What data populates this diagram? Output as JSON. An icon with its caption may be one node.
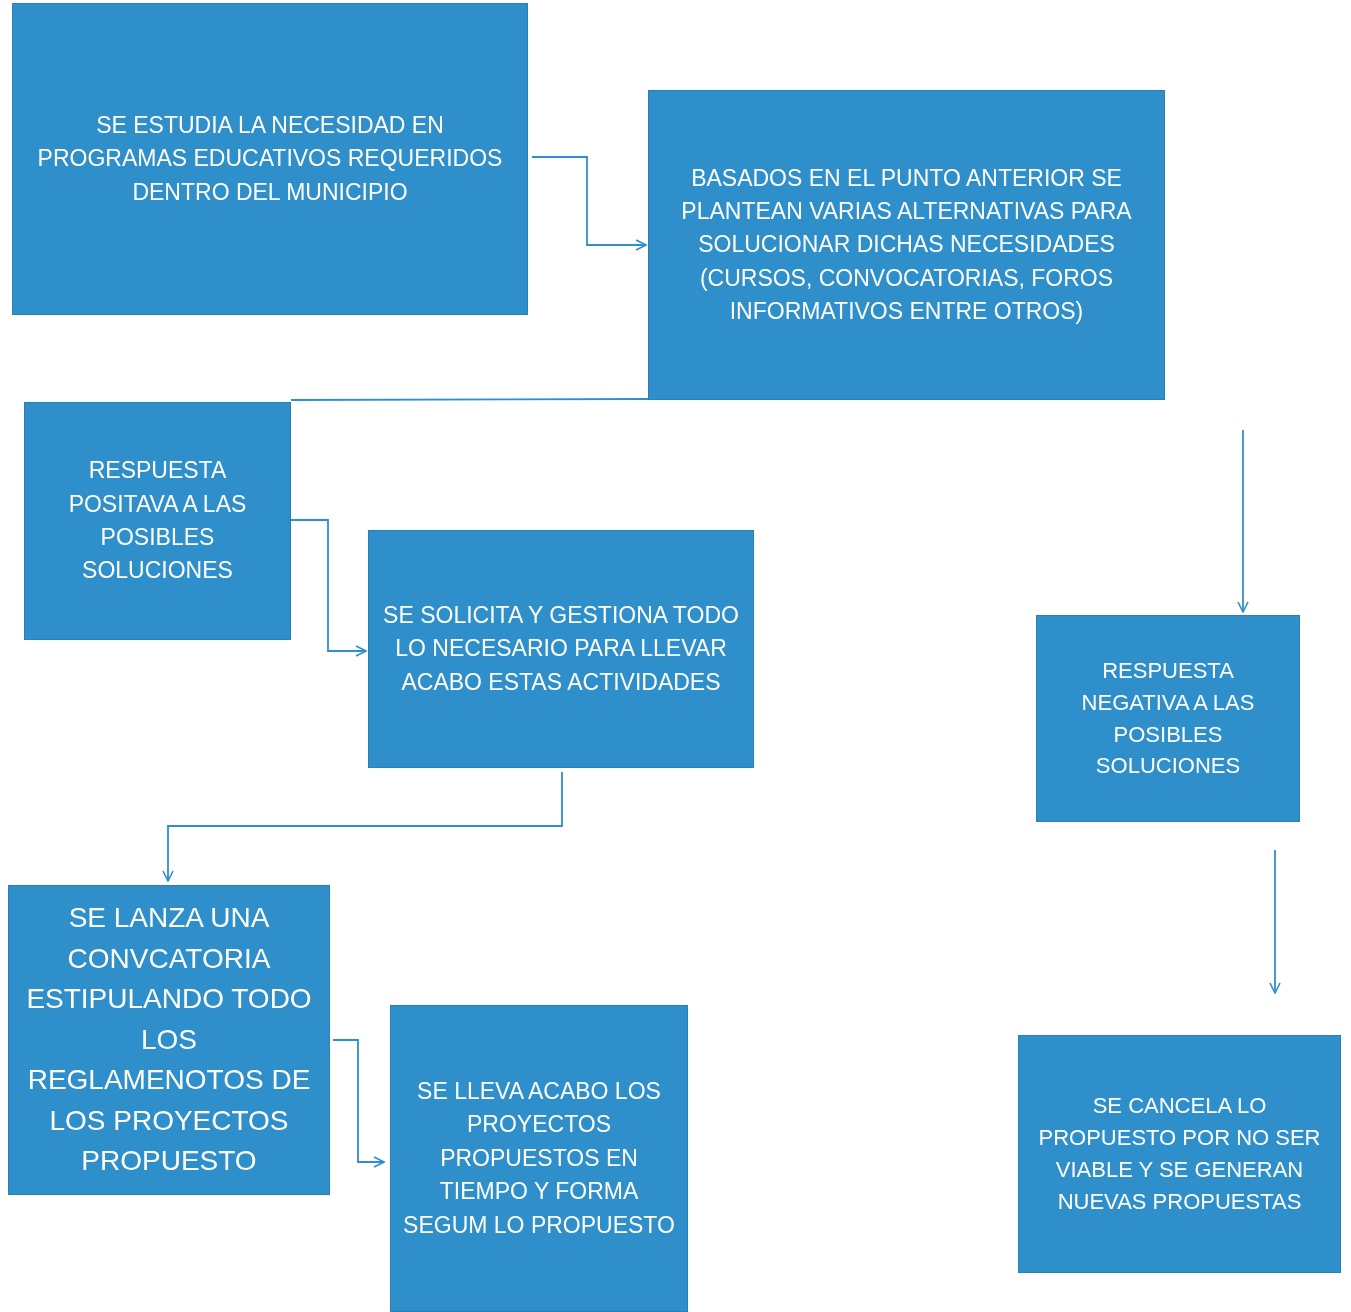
{
  "diagram": {
    "nodes": [
      {
        "text": [
          "SE ESTUDIA LA NECESIDAD EN PROGRAMAS EDUCATIVOS REQUERIDOS DENTRO DEL MUNICIPIO"
        ]
      },
      {
        "text": [
          "BASADOS  EN EL PUNTO ANTERIOR SE PLANTEAN VARIAS ALTERNATIVAS PARA SOLUCIONAR DICHAS NECESIDADES  (CURSOS, CONVOCATORIAS, FOROS INFORMATIVOS ENTRE OTROS)"
        ]
      },
      {
        "text": [
          "RESPUESTA POSITAVA  A LAS POSIBLES SOLUCIONES"
        ]
      },
      {
        "text": [
          "SE SOLICITA Y GESTIONA TODO LO NECESARIO PARA LLEVAR ACABO ESTAS ACTIVIDADES"
        ]
      },
      {
        "text": [
          "RESPUESTA NEGATIVA A LAS POSIBLES SOLUCIONES"
        ]
      },
      {
        "text": [
          "SE LANZA UNA CONVCATORIA ESTIPULANDO TODO LOS REGLAMENOTOS DE LOS PROYECTOS PROPUESTO"
        ]
      },
      {
        "text": [
          "SE LLEVA ACABO LOS  PROYECTOS PROPUESTOS EN TIEMPO Y FORMA SEGUM LO PROPUESTO"
        ]
      },
      {
        "text": [
          "SE CANCELA LO PROPUESTO POR NO SER VIABLE Y SE GENERAN NUEVAS PROPUESTAS"
        ]
      }
    ],
    "edges": [
      {
        "from": 0,
        "to": 1,
        "arrow": "to"
      },
      {
        "from": 1,
        "to": 2,
        "arrow": "none"
      },
      {
        "from": 2,
        "to": 3,
        "arrow": "to"
      },
      {
        "from": 3,
        "to": 5,
        "arrow": "to"
      },
      {
        "from": 5,
        "to": 6,
        "arrow": "to"
      },
      {
        "from": null,
        "to": 4,
        "arrow": "to"
      },
      {
        "from": 4,
        "to": 7,
        "arrow": "to"
      }
    ]
  }
}
